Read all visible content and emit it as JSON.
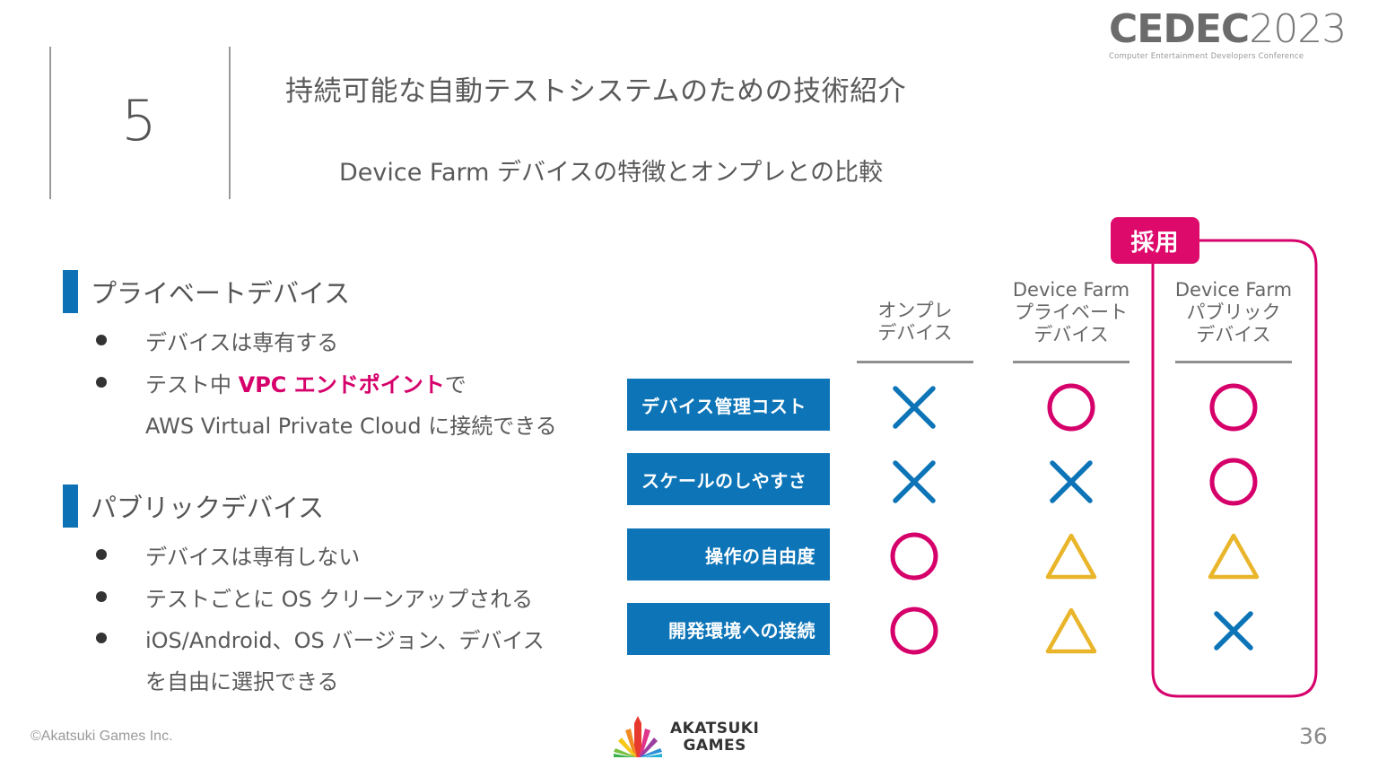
{
  "header": {
    "section_number": "5",
    "title": "持続可能な自動テストシステムのための技術紹介",
    "subtitle": "Device Farm デバイスの特徴とオンプレとの比較"
  },
  "conference_logo": {
    "name_bold": "CEDEC",
    "year": "2023",
    "tagline": "Computer Entertainment Developers Conference"
  },
  "sections": [
    {
      "title": "プライベートデバイス",
      "bullets": [
        {
          "text": "デバイスは専有する"
        },
        {
          "prefix": "テスト中 ",
          "highlight": "VPC エンドポイント",
          "suffix": "で"
        },
        {
          "continuation": "AWS Virtual Private Cloud に接続できる"
        }
      ]
    },
    {
      "title": "パブリックデバイス",
      "bullets": [
        {
          "text": "デバイスは専有しない"
        },
        {
          "text": "テストごとに OS クリーンアップされる"
        },
        {
          "text": "iOS/Android、OS バージョン、デバイス"
        },
        {
          "continuation": "を自由に選択できる"
        }
      ]
    }
  ],
  "comparison": {
    "adopted_badge": "採用",
    "columns": [
      {
        "line1": "オンプレ",
        "line2": "デバイス"
      },
      {
        "line1": "Device Farm",
        "line2": "プライベート",
        "line3": "デバイス"
      },
      {
        "line1": "Device Farm",
        "line2": "パブリック",
        "line3": "デバイス"
      }
    ],
    "rows": [
      {
        "label": "デバイス管理コスト",
        "marks": [
          "cross",
          "circle",
          "circle"
        ]
      },
      {
        "label": "スケールのしやすさ",
        "marks": [
          "cross",
          "cross",
          "circle"
        ]
      },
      {
        "label": "操作の自由度",
        "marks": [
          "circle",
          "triangle",
          "triangle"
        ]
      },
      {
        "label": "開発環境への接続",
        "marks": [
          "circle",
          "triangle",
          "cross"
        ]
      }
    ],
    "mark_colors": {
      "circle": "#d6006b",
      "cross": "#0c74b7",
      "triangle": "#e9b52a"
    }
  },
  "footer": {
    "copyright": "©Akatsuki Games Inc.",
    "company_logo_line1": "AKATSUKI",
    "company_logo_line2": "GAMES",
    "page_number": "36"
  },
  "colors": {
    "accent_blue": "#0c74b7",
    "accent_pink": "#d6006b",
    "accent_yellow": "#e9b52a",
    "text_gray": "#5a5a5a"
  }
}
